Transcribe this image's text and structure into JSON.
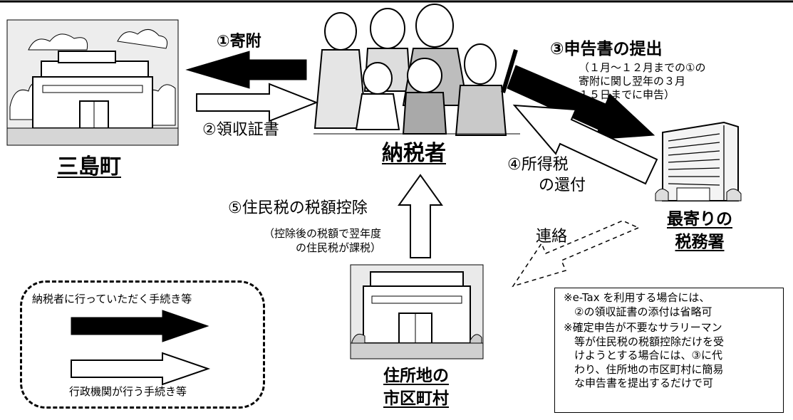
{
  "labels": {
    "mishima": "三島町",
    "taxpayer": "納税者",
    "tax_office": "最寄りの\n税務署",
    "municipality": "住所地の\n市区町村"
  },
  "flows": {
    "donation": "①寄附",
    "receipt": "②領収証書",
    "filing": "③申告書の提出",
    "filing_note": "（１月～１２月までの①の\n寄附に関し翌年の３月\n１５日までに申告）",
    "refund": "④所得税\n　　の還付",
    "resident_tax": "⑤住民税の税額控除",
    "resident_tax_note": "（控除後の税額で翌年度\nの住民税が課税）",
    "contact": "連絡"
  },
  "notes": {
    "etax": "※e-Tax を利用する場合には、\n　②の領収証書の添付は省略可",
    "salary": "※確定申告が不要なサラリーマン\n　等が住民税の税額控除だけを受\n　けようとする場合には、③に代\n　わり、住所地の市区町村に簡易\n　な申告書を提出するだけで可"
  },
  "legend": {
    "taxpayer_procedures": "納税者に行っていただく手続き等",
    "admin_procedures": "行政機関が行う手続き等"
  }
}
